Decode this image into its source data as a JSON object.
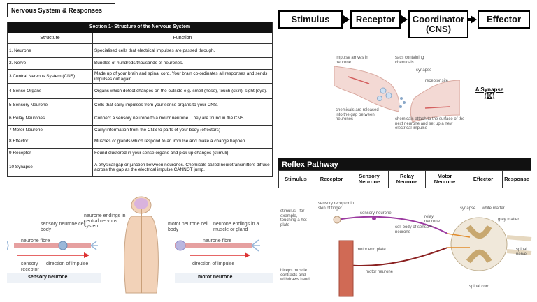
{
  "title": "Nervous System & Responses",
  "table": {
    "section": "Section 1- Structure of the Nervous System",
    "col_structure": "Structure",
    "col_function": "Function",
    "rows": [
      {
        "structure": "1. Neurone",
        "function": "Specialised cells that electrical impulses are passed through."
      },
      {
        "structure": "2. Nerve",
        "function": "Bundles of hundreds/thousands of neurones."
      },
      {
        "structure": "3 Central Nervous System (CNS)",
        "function": "Made up of your brain and spinal cord. Your brain co-ordinates all responses and sends impulses out again."
      },
      {
        "structure": "4 Sense Organs",
        "function": "Organs which detect changes on the outside e.g. smell (nose), touch (skin), sight (eye)."
      },
      {
        "structure": "5 Sensory Neurone",
        "function": "Cells that carry impulses from your sense organs to your CNS."
      },
      {
        "structure": "6 Relay Neurones",
        "function": "Connect a sensory neurone to a motor neurone. They are found in the CNS."
      },
      {
        "structure": "7 Motor Neurone",
        "function": "Carry information from the CNS to parts of your body (effectors)"
      },
      {
        "structure": "8 Effector",
        "function": "Muscles or glands which respond to an impulse and make a change happen."
      },
      {
        "structure": "9 Receptor",
        "function": "Found clustered in your sense organs and pick up changes (stimuli)."
      },
      {
        "structure": "10 Synapse",
        "function": "A physical gap or junction between neurones. Chemicals called neurotransmitters diffuse across the gap as the electrical impulse CANNOT jump."
      }
    ]
  },
  "flow": {
    "stimulus": "Stimulus",
    "receptor": "Receptor",
    "coordinator": "Coordinator (CNS)",
    "effector": "Effector"
  },
  "synapse": {
    "title": "A Synapse",
    "number": "(10)",
    "label_impulse": "impulse arrives in neurone",
    "label_sacs": "sacs containing chemicals",
    "label_synapse": "synapse",
    "label_receptor_site": "receptor site",
    "label_released": "chemicals are released into the gap between neurones",
    "label_attach": "chemicals attach to the surface of the next neurone and set up a new electrical impulse"
  },
  "reflex": {
    "heading": "Reflex Pathway",
    "cells": [
      "Stimulus",
      "Receptor",
      "Sensory Neurone",
      "Relay Neurone",
      "Motor Neurone",
      "Effector",
      "Response"
    ]
  },
  "neurones": {
    "sensory_body": "sensory neurone cell body",
    "endings_cns": "neurone endings in central nervous system",
    "fibre": "neurone fibre",
    "sensory_receptor": "sensory receptor",
    "direction": "direction of impulse",
    "sensory_caption": "sensory neurone",
    "motor_body": "motor neurone cell body",
    "endings_muscle": "neurone endings in a muscle or gland",
    "motor_fibre": "neurone fibre",
    "motor_direction": "direction of impulse",
    "motor_caption": "motor neurone"
  },
  "reflex_diagram": {
    "receptor_skin": "sensory receptor in skin of finger",
    "stimulus": "stimulus - for example, touching a hot plate",
    "sensory": "sensory neurone",
    "cell_body": "cell body of sensory neurone",
    "relay": "relay neurone",
    "synapse": "synapse",
    "white": "white matter",
    "grey": "grey matter",
    "motor_end": "motor end plate",
    "biceps": "biceps muscle contracts and withdraws hand",
    "motor": "motor neurone",
    "spinal_nerve": "spinal nerve",
    "spinal_cord": "spinal cord"
  }
}
